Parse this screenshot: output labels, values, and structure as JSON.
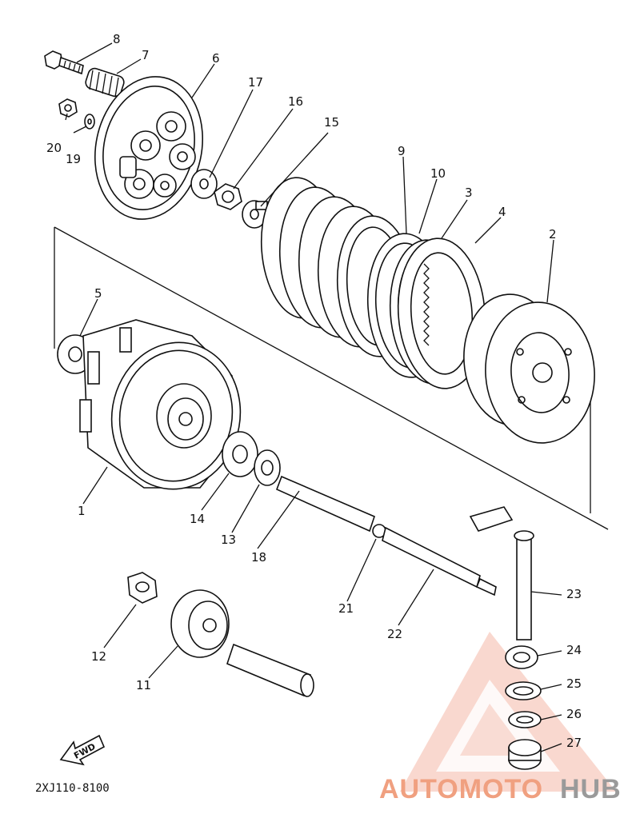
{
  "diagram": {
    "part_numbers": [
      "1",
      "2",
      "3",
      "4",
      "5",
      "6",
      "7",
      "8",
      "9",
      "10",
      "11",
      "12",
      "13",
      "14",
      "15",
      "16",
      "17",
      "18",
      "19",
      "20",
      "21",
      "22",
      "23",
      "24",
      "25",
      "26",
      "27"
    ],
    "forward_label": "FWD",
    "diagram_code": "2XJ110-8100"
  },
  "watermark": {
    "part1": "AUTOMOTO",
    "part2": "HUB",
    "color_primary": "#f0a080",
    "color_secondary": "#9a9a9a"
  }
}
